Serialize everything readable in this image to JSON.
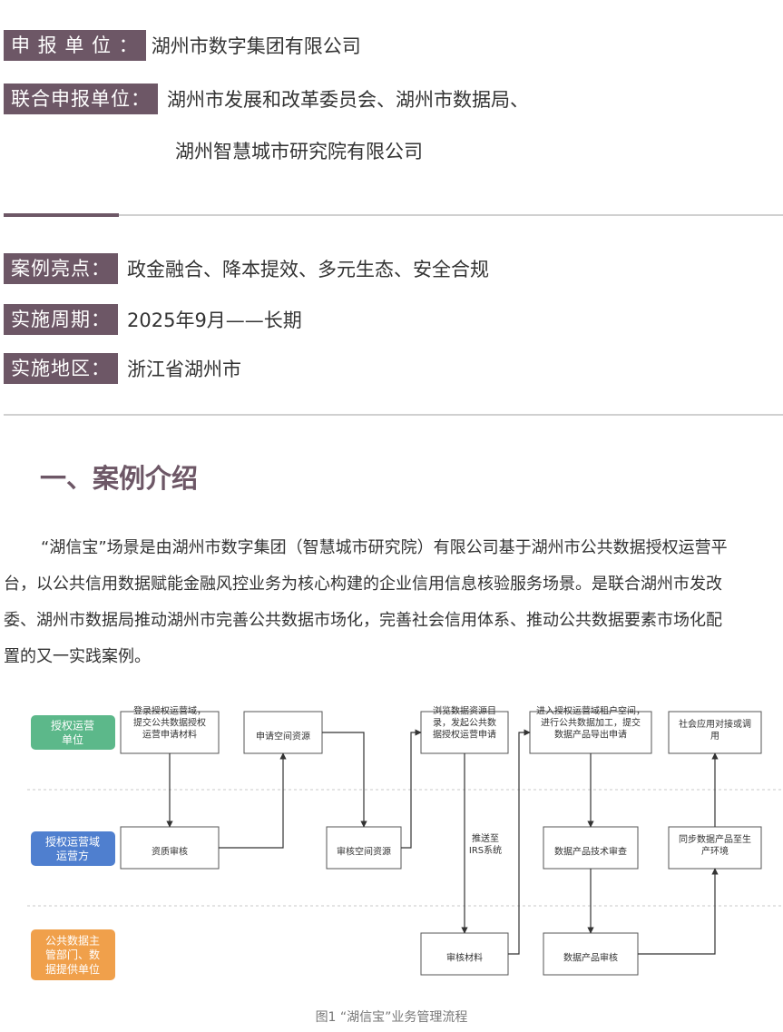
{
  "info": {
    "applicant_label": "申 报 单 位 ：",
    "applicant_value": "湖州市数字集团有限公司",
    "co_applicant_label": "联合申报单位：",
    "co_applicant_value_1": "湖州市发展和改革委员会、湖州市数据局、",
    "co_applicant_value_2": "湖州智慧城市研究院有限公司",
    "highlights_label": "案例亮点：",
    "highlights_value": "政金融合、降本提效、多元生态、安全合规",
    "period_label": "实施周期：",
    "period_value": "2025年9月——长期",
    "region_label": "实施地区：",
    "region_value": "浙江省湖州市"
  },
  "section": {
    "title": "一、案例介绍"
  },
  "paragraph": {
    "line1": "“湖信宝”场景是由湖州市数字集团（智慧城市研究院）有限公司基于湖州市公共数据授权运营平",
    "line2": "台，以公共信用数据赋能金融风控业务为核心构建的企业信用信息核验服务场景。是联合湖州市发改",
    "line3": "委、湖州市数据局推动湖州市完善公共数据市场化，完善社会信用体系、推动公共数据要素市场化配",
    "line4": "置的又一实践案例。"
  },
  "flow": {
    "lane1": "授权运营\n单位",
    "lane2": "授权运营域\n运营方",
    "lane3": "公共数据主\n管部门、数\n据提供单位",
    "lane1_color": "#5cb88a",
    "lane2_color": "#4f7fcf",
    "lane3_color": "#f0a04b",
    "n_login": "登录授权运营域，\n提交公共数据授权\n运营申请材料",
    "n_apply_space": "申请空间资源",
    "n_browse": "浏览数据资源目\n录，发起公共数\n据授权运营申请",
    "n_enter": "进入授权运营域租户空间，\n进行公共数据加工，提交\n数据产品导出申请",
    "n_social": "社会应用对接或调\n用",
    "n_qualify": "资质审核",
    "n_review_space": "审核空间资源",
    "push_label": "推送至\nIRS系统",
    "n_tech_review": "数据产品技术审查",
    "n_sync": "同步数据产品至生\n产环境",
    "n_review_material": "审核材料",
    "n_product_review": "数据产品审核"
  },
  "caption": "图1 “湖信宝”业务管理流程"
}
